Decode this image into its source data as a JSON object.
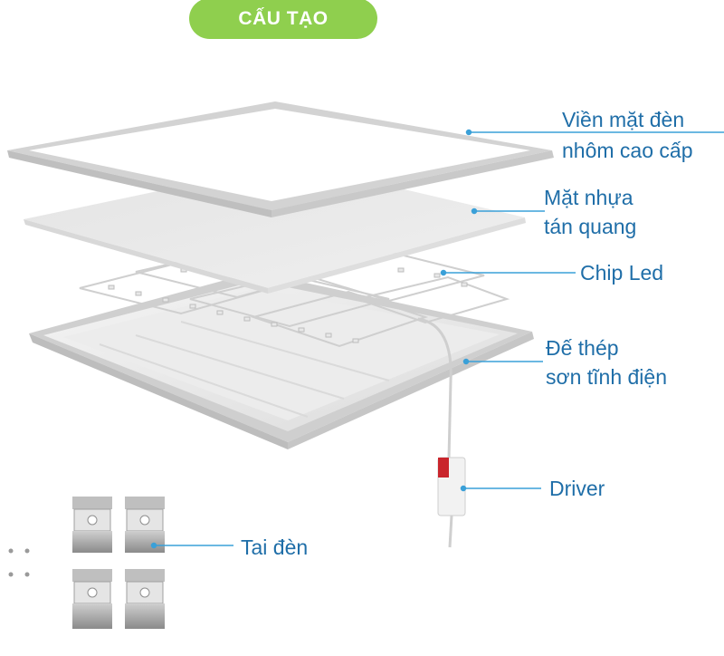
{
  "title": "CẤU TẠO",
  "parts": {
    "frame": {
      "line1": "Viền mặt đèn",
      "line2": "nhôm cao cấp"
    },
    "diffuser": {
      "line1": "Mặt nhựa",
      "line2": "tán quang"
    },
    "chip": {
      "line1": "Chip Led"
    },
    "base": {
      "line1": "Đế thép",
      "line2": "sơn tĩnh điện"
    },
    "driver": {
      "line1": "Driver"
    },
    "clips": {
      "line1": "Tai đèn"
    }
  },
  "colors": {
    "title_bg": "#8fcf4e",
    "label_text": "#1f6ea8",
    "leader_line": "#3aa0d8"
  }
}
